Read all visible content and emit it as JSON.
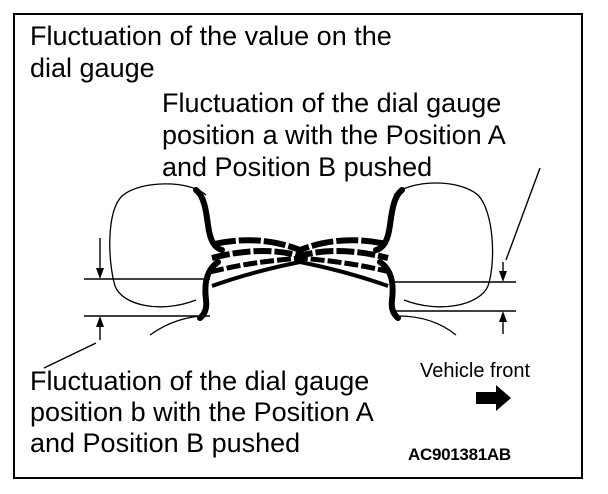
{
  "labels": {
    "value_fluctuation_line1": "Fluctuation of the value on the",
    "value_fluctuation_line2": "dial gauge",
    "position_a_line1": "Fluctuation of the dial gauge",
    "position_a_line2": "position a with the Position A",
    "position_a_line3": "and Position B pushed",
    "position_b_line1": "Fluctuation of the dial gauge",
    "position_b_line2": "position b with the Position A",
    "position_b_line3": "and Position B pushed",
    "vehicle_front": "Vehicle front",
    "figure_code": "AC901381AB"
  },
  "icons": {
    "direction_arrow": "arrow-right-icon"
  },
  "colors": {
    "ink": "#000000",
    "background": "#ffffff"
  }
}
